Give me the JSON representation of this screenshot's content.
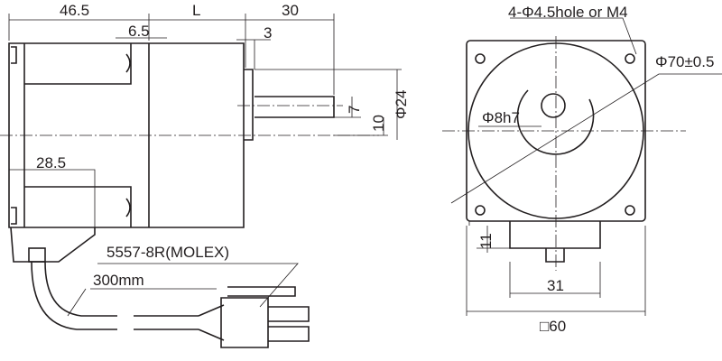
{
  "side_view": {
    "dim_body_left": "46.5",
    "dim_body_length": "L",
    "dim_shaft_length": "30",
    "dim_screw_offset": "6.5",
    "dim_boss": "3",
    "dim_flat": "7",
    "dim_shaft_half": "10",
    "dim_boss_dia": "Φ24",
    "dim_cable_exit": "28.5",
    "connector_label": "5557-8R(MOLEX)",
    "cable_length": "300mm"
  },
  "front_view": {
    "holes_label": "4-Φ4.5hole or M4",
    "pilot_dia": "Φ70±0.5",
    "shaft_dia": "Φ8h7",
    "dim_connector_height": "11",
    "dim_connector_width": "31",
    "dim_square": "□60"
  },
  "colors": {
    "line": "#231f20"
  }
}
